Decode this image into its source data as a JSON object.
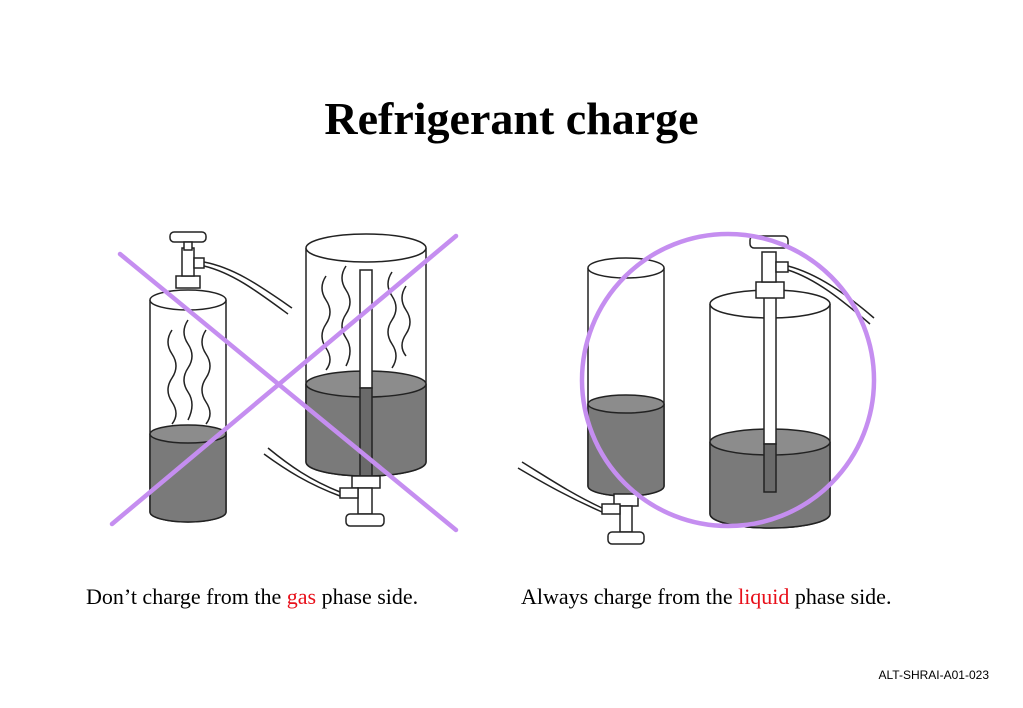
{
  "slide": {
    "title": "Refrigerant charge",
    "left_caption": {
      "before": "Don’t charge from the ",
      "highlight": "gas",
      "after": " phase side."
    },
    "right_caption": {
      "before": "Always charge from the ",
      "highlight": "liquid",
      "after": " phase side."
    },
    "footer": "ALT-SHRAI-A01-023"
  },
  "colors": {
    "liquid": "#7a7a7a",
    "mark": "#c58ef0",
    "highlight_text": "#e8101a"
  }
}
